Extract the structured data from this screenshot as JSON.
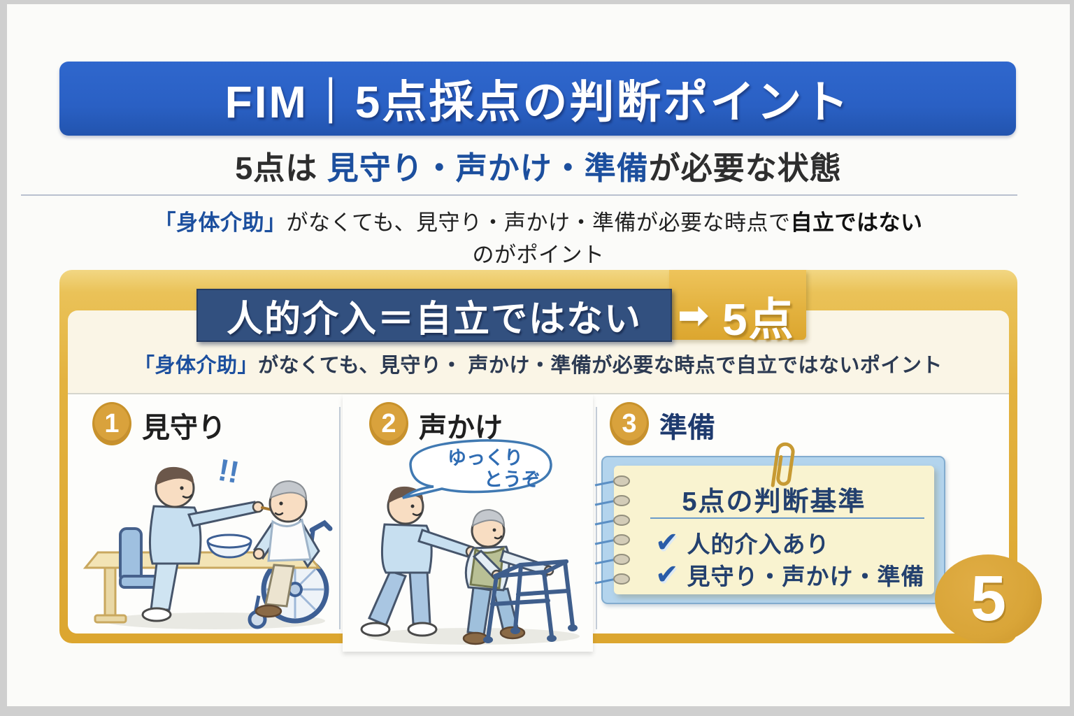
{
  "header": {
    "title": "FIM｜5点採点の判断ポイント"
  },
  "subtitle": {
    "pre": "5点は ",
    "highlight": "見守り・声かけ・準備",
    "post": "が必要な状態"
  },
  "lead": {
    "bracket": "「身体介助」",
    "middle": "がなくても、見守り・声かけ・準備が必要な時点で",
    "emphasis": "自立ではない",
    "line2": "のがポイント"
  },
  "card": {
    "banner_label": "人的介入＝自立ではない",
    "arrow_icon": "➡",
    "score_label": "5点",
    "lead": {
      "bracket": "「身体介助」",
      "rest": "がなくても、見守り・ 声かけ・準備が必要な時点で自立ではないポイント"
    },
    "columns": [
      {
        "number": "1",
        "label": "見守り"
      },
      {
        "number": "2",
        "label": "声かけ"
      },
      {
        "number": "3",
        "label": "準備"
      }
    ],
    "exclamation_icon": "!!",
    "bubble": {
      "line1": "ゆっくり",
      "line2": "とうぞ"
    },
    "note": {
      "title": "5点の判断基準",
      "check_icon": "✔",
      "items": [
        "人的介入あり",
        "見守り・声かけ・準備"
      ],
      "badge": "5"
    }
  },
  "colors": {
    "banner_blue": "#2a60c4",
    "navy_banner": "#32507f",
    "gold": "#e3b23f",
    "accent_blue": "#1c4f9e",
    "cream": "#faf5e6",
    "note_yellow": "#f9f3d0",
    "badge_gold": "#d9a23c"
  }
}
